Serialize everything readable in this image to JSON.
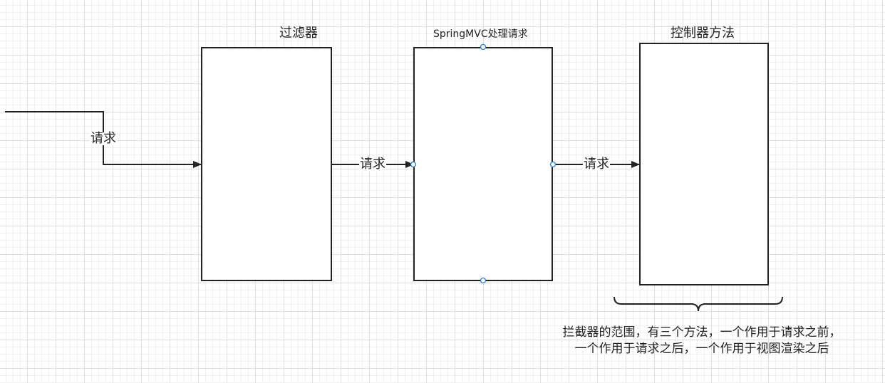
{
  "nodes": {
    "filter": {
      "title": "过滤器"
    },
    "springmvc": {
      "title": "SpringMVC处理请求"
    },
    "controller": {
      "title": "控制器方法"
    }
  },
  "edges": {
    "incoming": {
      "label": "请求"
    },
    "filter_to_springmvc": {
      "label": "请求"
    },
    "springmvc_to_controller": {
      "label": "请求"
    }
  },
  "note": {
    "line1": "拦截器的范围，有三个方法，一个作用于请求之前，",
    "line2": "一个作用于请求之后，一个作用于视图渲染之后"
  },
  "colors": {
    "stroke": "#222222",
    "handle": "#2b7cd3",
    "grid": "#dedede"
  }
}
